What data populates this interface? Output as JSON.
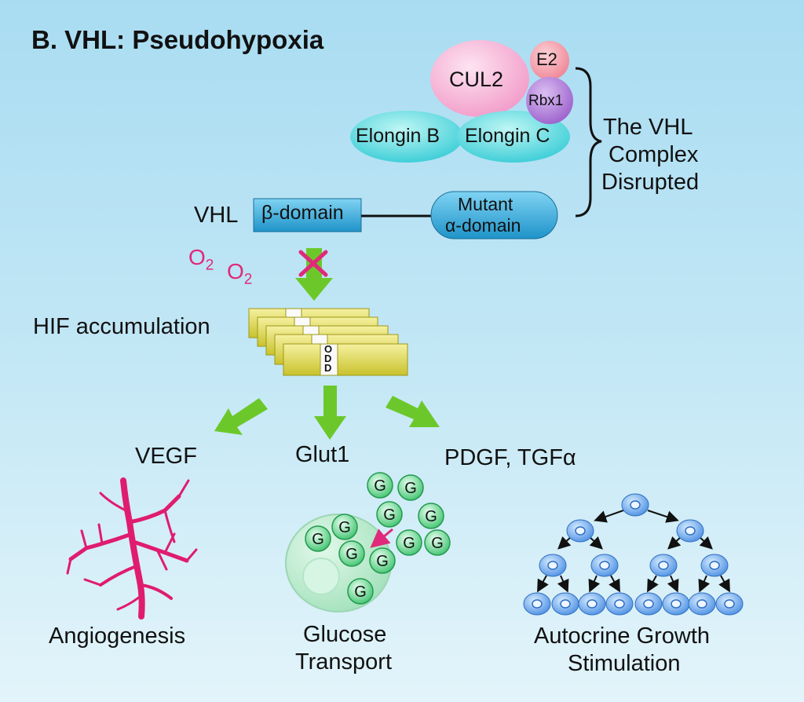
{
  "title": "B. VHL: Pseudohypoxia",
  "complex": {
    "cul2": "CUL2",
    "e2": "E2",
    "rbx1": "Rbx1",
    "elongin_b": "Elongin B",
    "elongin_c": "Elongin C",
    "bracket_label": [
      "The VHL",
      "Complex",
      "Disrupted"
    ]
  },
  "vhl": {
    "label": "VHL",
    "beta_domain": "β-domain",
    "alpha_domain": [
      "Mutant",
      "α-domain"
    ]
  },
  "oxygen": {
    "symbol": "O",
    "subscript": "2"
  },
  "hif": {
    "label": "HIF accumulation",
    "odd_letters": [
      "O",
      "D",
      "D"
    ]
  },
  "targets": [
    "VEGF",
    "Glut1",
    "PDGF, TGFα"
  ],
  "glucose_letter": "G",
  "outcomes": {
    "angiogenesis": "Angiogenesis",
    "glucose_transport": [
      "Glucose",
      "Transport"
    ],
    "autocrine": [
      "Autocrine Growth",
      "Stimulation"
    ]
  },
  "colors": {
    "cul2": "#f5b8d8",
    "e2": "#f29aa6",
    "rbx1": "#b07ad8",
    "elongin": "#5ed8e0",
    "domain": "#2fa7d8",
    "arrow": "#6cc82a",
    "oxygen": "#e0297a",
    "vessel": "#e01c6e",
    "hif": "#d8d240"
  }
}
